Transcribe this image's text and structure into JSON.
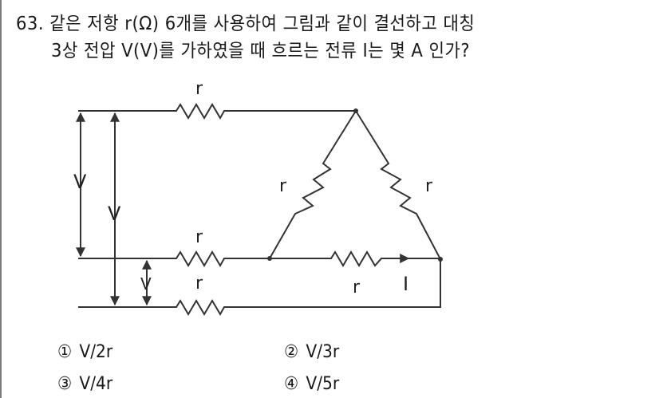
{
  "question": {
    "number": "63.",
    "line1": "같은 저항 r(Ω) 6개를 사용하여 그림과 같이 결선하고 대칭",
    "line2": "3상 전압 V(V)를 가하였을 때 흐르는 전류 I는 몇 A 인가?"
  },
  "figure": {
    "labels": {
      "r_top": "r",
      "r_mid": "r",
      "r_bottom": "r",
      "r_delta_left": "r",
      "r_delta_right": "r",
      "r_delta_bottom": "r",
      "v_outer": "V",
      "v_inner": "V",
      "v_small": "V",
      "current": "I"
    },
    "colors": {
      "line": "#333333"
    }
  },
  "options": [
    {
      "num": "①",
      "text": "V/2r"
    },
    {
      "num": "②",
      "text": "V/3r"
    },
    {
      "num": "③",
      "text": "V/4r"
    },
    {
      "num": "④",
      "text": "V/5r"
    }
  ]
}
